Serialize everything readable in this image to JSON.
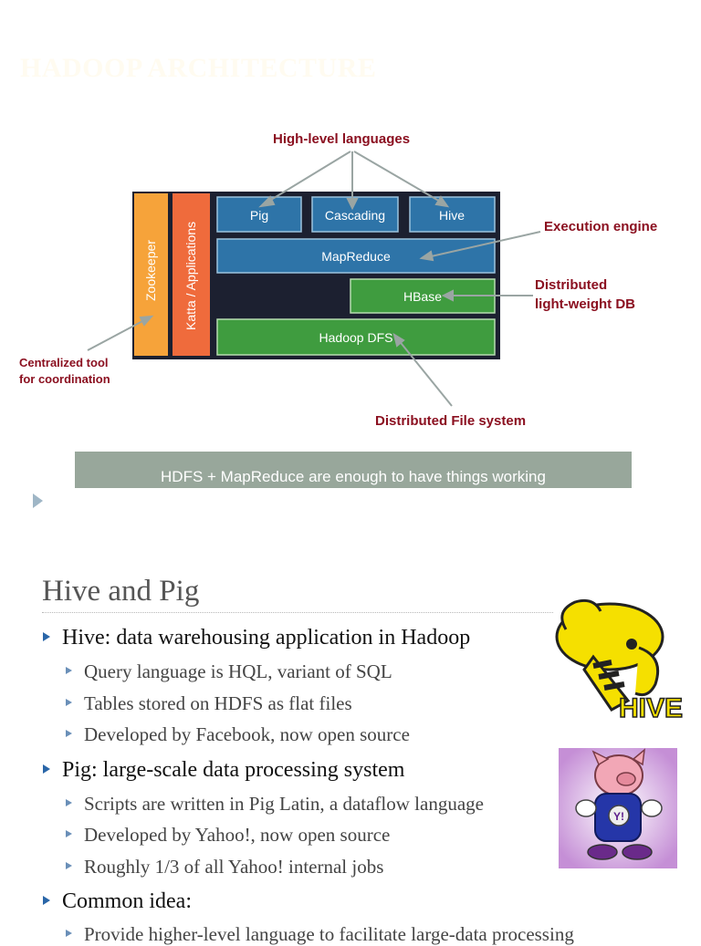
{
  "slide1": {
    "title": "HADOOP ARCHITECTURE",
    "labels": {
      "high_level": "High-level languages",
      "execution": "Execution engine",
      "dist_db_1": "Distributed",
      "dist_db_2": "light-weight DB",
      "central_1": "Centralized tool",
      "central_2": "for coordination",
      "dfs": "Distributed File system"
    },
    "boxes": {
      "zookeeper": "Zookeeper",
      "katta": "Katta / Applications",
      "pig": "Pig",
      "cascading": "Cascading",
      "hive": "Hive",
      "mapreduce": "MapReduce",
      "hbase": "HBase",
      "hdfs": "Hadoop DFS"
    },
    "banner": "HDFS + MapReduce are enough to have things working",
    "colors": {
      "blue": "#2e74a8",
      "green": "#3f9c3f",
      "orange": "#f6a33a",
      "red_orange": "#ef6b3c",
      "label_red": "#8b1020"
    }
  },
  "slide2": {
    "title": "Hive and Pig",
    "bullets": [
      {
        "text": "Hive: data warehousing application in Hadoop",
        "subs": [
          "Query language is HQL, variant of SQL",
          "Tables stored on HDFS as flat files",
          "Developed by Facebook, now open source"
        ]
      },
      {
        "text": "Pig: large-scale data processing system",
        "subs": [
          "Scripts are written in Pig Latin, a dataflow language",
          "Developed by Yahoo!, now open source",
          "Roughly 1/3 of all Yahoo! internal jobs"
        ]
      },
      {
        "text": "Common idea:",
        "subs": [
          "Provide higher-level language to facilitate large-data processing"
        ]
      }
    ],
    "hive_logo_text": "HIVE",
    "pig_badge_text": "Y!"
  }
}
